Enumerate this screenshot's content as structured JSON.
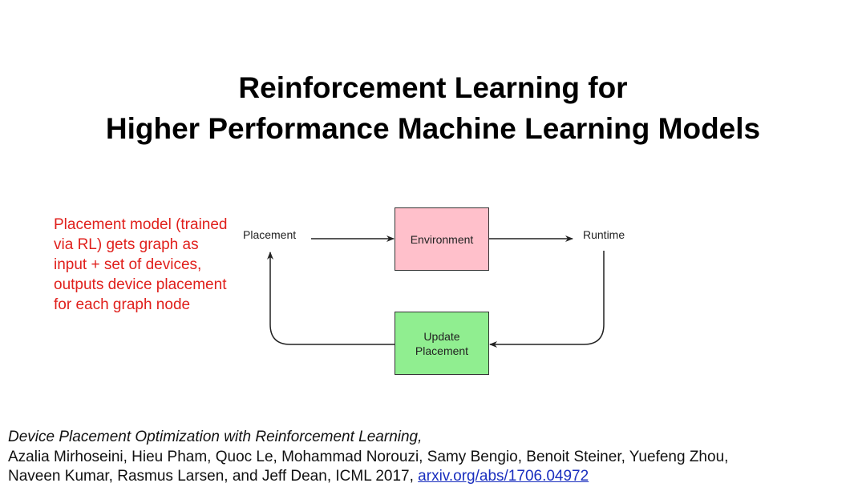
{
  "title": {
    "line1": "Reinforcement Learning for",
    "line2": "Higher Performance Machine Learning Models"
  },
  "note": "Placement model (trained via RL) gets graph as input + set of devices, outputs device placement for each graph node",
  "diagram": {
    "placement": "Placement",
    "environment": "Environment",
    "runtime": "Runtime",
    "update_line1": "Update",
    "update_line2": "Placement",
    "colors": {
      "environment": "#ffc0cb",
      "update": "#90ee90"
    }
  },
  "citation": {
    "title": "Device Placement Optimization with Reinforcement Learning,",
    "authors1": "Azalia Mirhoseini, Hieu Pham, Quoc Le, Mohammad Norouzi, Samy Bengio, Benoit Steiner, Yuefeng Zhou,",
    "authors2": "Naveen Kumar, Rasmus Larsen, and Jeff Dean, ICML 2017,",
    "link": "arxiv.org/abs/1706.04972"
  }
}
